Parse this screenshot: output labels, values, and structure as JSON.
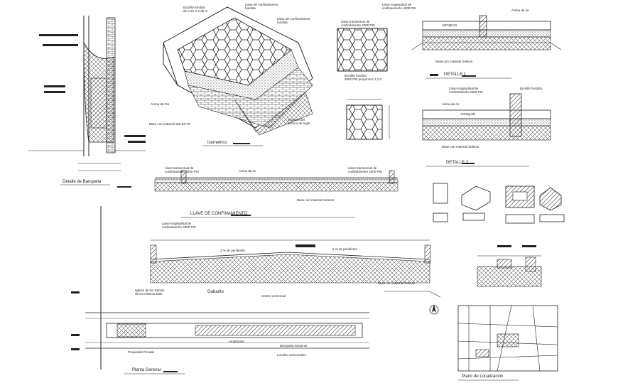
{
  "labels": {
    "bordillo_top": "Bordillo fundido\nde 0.10 X 0.25 m",
    "llave_confinamiento_top": "Llave de confinamiento\nfundida",
    "llave_confinamiento_fundida": "Llave de confinamiento\nfundida",
    "arena_rio_left": "Arena de Rio",
    "base_material": "Base con material SELECTO",
    "rasante": "Rasante del\nterreno de lugar",
    "isometrico": "Isometrico",
    "detalle_banqueta": "Detalle de Banqueta",
    "llave_transversal_top": "Llave transversal de\nconfinamiento 4000 PSI",
    "bordillo_fundido_mid": "Bordillo fundido\n4000 PSI proporcion 1:2:2",
    "llave_longitudinal_top": "Llave longitudinal de\nconfinamiento 4000 PSI",
    "arena_rio_top_right": "Arena de rio",
    "adoquin_1": "ADOQUIN",
    "base_selecto_1": "Base con material Selecto",
    "detalle1": "DETALLE 1",
    "llave_longitudinal_2": "Llave longitudinal de\nconfinamiento 4000 PSI",
    "bordillo_fundido_2": "Bordillo fundido",
    "arena_rio_2": "Arena de rio",
    "adoquin_2": "ADOQUIN",
    "base_selecto_2": "Base con material Selecto",
    "detalle2": "DETALLE 2",
    "llave_transversal_long_left": "Llave transversal de\nconfinamiento 4000 PSI",
    "arena_rio_long": "Arena de rio",
    "llave_transversal_long_right": "Llave transversal de\nconfinamiento 4000 PSI",
    "base_selecto_long": "Base con material Selecto",
    "llave_de_confinamiento": "LLAVE DE CONFINAMIENTO",
    "llave_longitudinal_section": "Llave longitudinal de\nconfinamiento 4000 PSI",
    "pendiente_left": "2 % de pendiente",
    "pendiente_right": "2 % de pendiente",
    "base_selecto_section": "Base con material Selecto",
    "iglesia": "Iglesia de los Santos\nde los Ultimos Dias",
    "gabarito": "Gabarito",
    "centro_comercial": "Centro comercial",
    "ampliacion": "Ampliación",
    "propiedad_privada": "Propiedad Privada",
    "banqueta_existente": "Banqueta existente",
    "locales_comerciales": "Locales comerciales",
    "planta_general": "Planta General",
    "plano_localizacion": "Plano de Localización"
  }
}
